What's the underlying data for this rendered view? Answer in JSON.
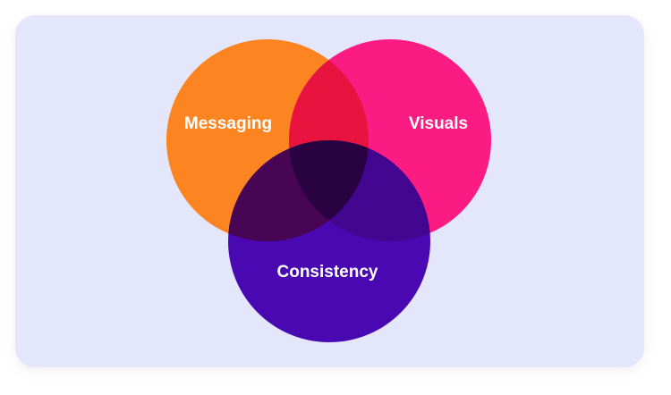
{
  "diagram": {
    "type": "venn",
    "sets": [
      {
        "id": "messaging",
        "label": "Messaging",
        "color": "#fc8521"
      },
      {
        "id": "visuals",
        "label": "Visuals",
        "color": "#fc1b82"
      },
      {
        "id": "consistency",
        "label": "Consistency",
        "color": "#4a08b3"
      }
    ],
    "overlap_colors": {
      "messaging_visuals": "#e8143f",
      "messaging_consistency": "#470553",
      "visuals_consistency": "#430690",
      "all_three": "#290241"
    },
    "background_color": "#e4e6fb"
  }
}
